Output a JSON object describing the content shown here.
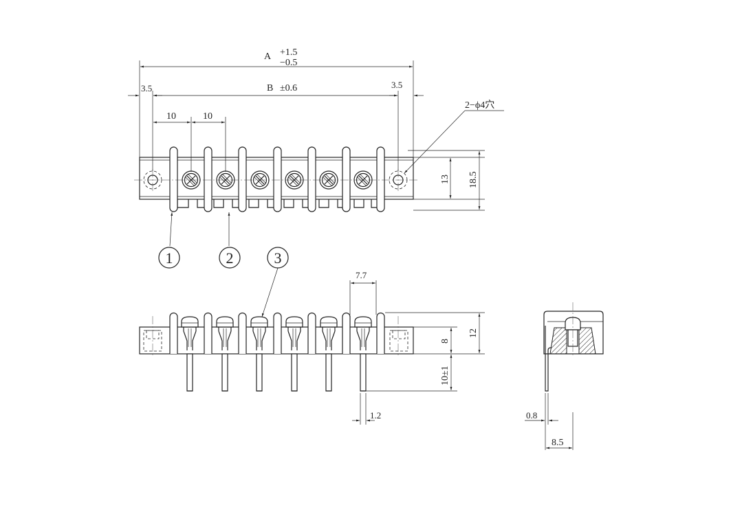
{
  "dimensions": {
    "A_label": "A",
    "A_tol_plus": "+1.5",
    "A_tol_minus": "−0.5",
    "B_label": "B",
    "B_tol": "±0.6",
    "left_margin": "3.5",
    "right_margin": "3.5",
    "pitch_1": "10",
    "pitch_2": "10",
    "hole_note": "2−ϕ4穴",
    "inner_height": "13",
    "outer_height": "18.5",
    "barrier_width": "7.7",
    "body_height": "12",
    "lower_height": "8",
    "pin_length": "10±1",
    "pin_width": "1.2",
    "side_pin_width": "0.8",
    "side_depth": "8.5"
  },
  "callouts": {
    "c1": "1",
    "c2": "2",
    "c3": "3"
  }
}
